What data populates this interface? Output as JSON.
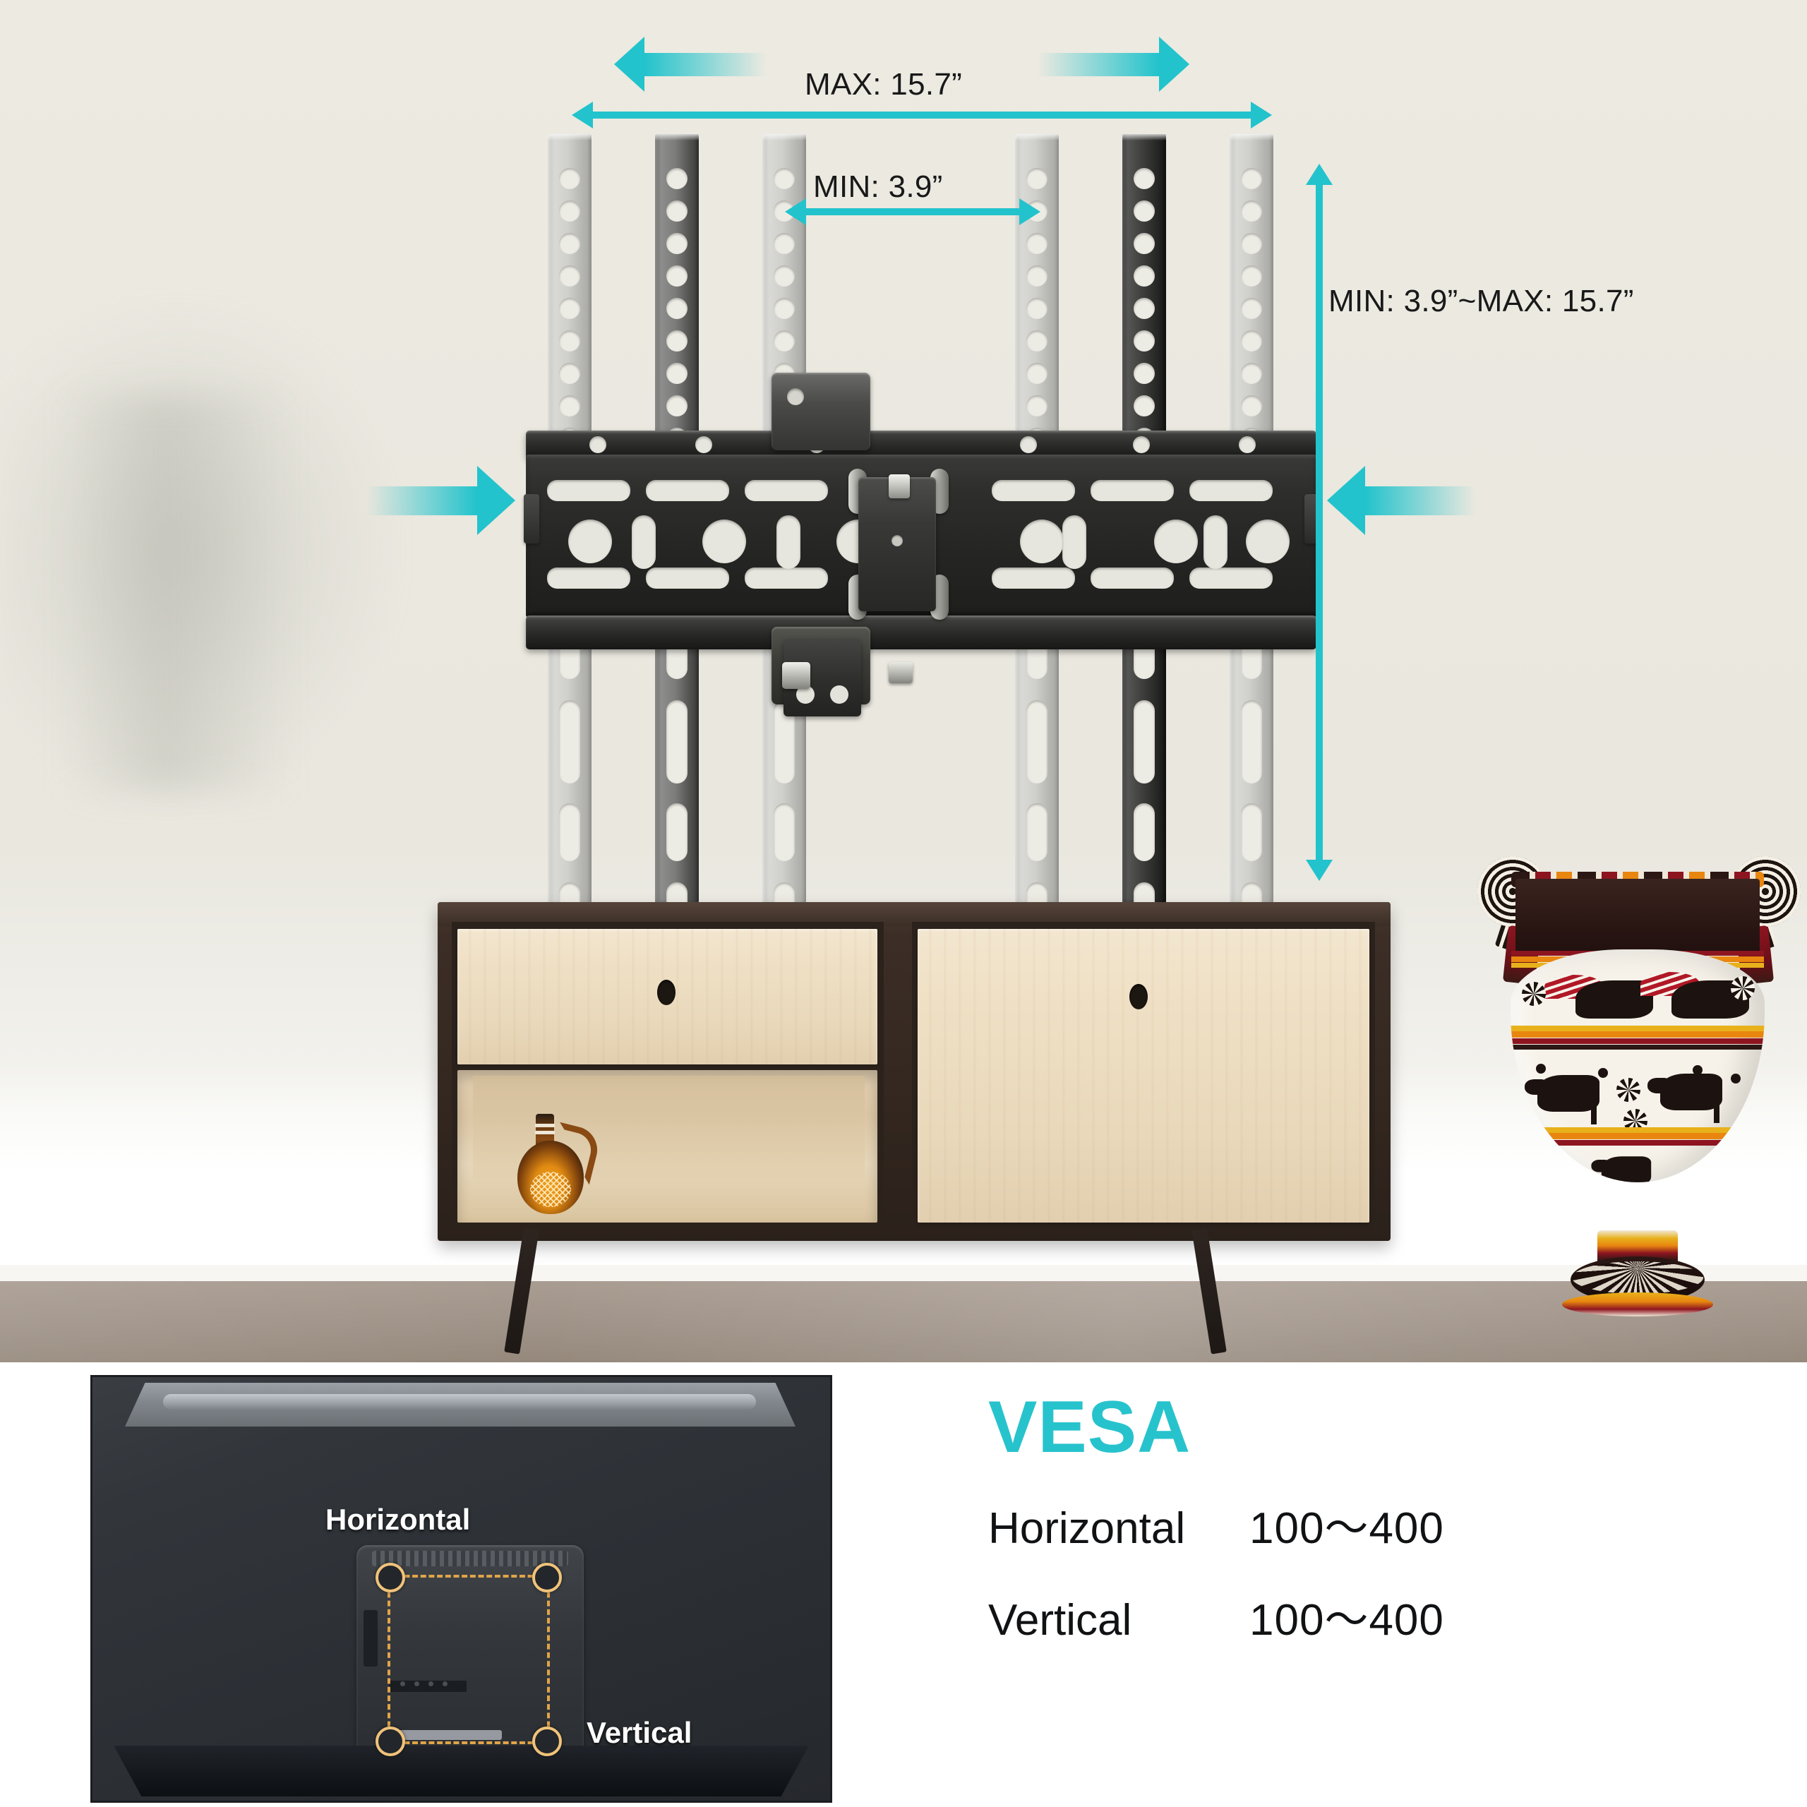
{
  "scene": {
    "dimensions": {
      "horizontal_max": "MAX: 15.7”",
      "horizontal_min": "MIN: 3.9”",
      "vertical_range": "MIN: 3.9”~MAX: 15.7”"
    },
    "colors": {
      "accent_cyan": "#22c3cc",
      "vesa_title": "#27c3cd",
      "wall": "#eae8df",
      "floor": "#a79a8f",
      "bracket_black": "#262624",
      "rail_steel": "#cfcfcb",
      "vesa_dash": "#e0a449"
    },
    "objects": {
      "wall_mount": "tv-wall-mount-bracket",
      "rails": "vertical-mounting-rails",
      "console": "tv-console-cabinet",
      "vase": "greek-krater-vase",
      "jug": "decorative-jug"
    }
  },
  "tv_panel": {
    "horizontal_label": "Horizontal",
    "vertical_label": "Vertical"
  },
  "vesa": {
    "title": "VESA",
    "rows": [
      {
        "key": "Horizontal",
        "value": "100～400"
      },
      {
        "key": "Vertical",
        "value": "100～400"
      }
    ]
  }
}
